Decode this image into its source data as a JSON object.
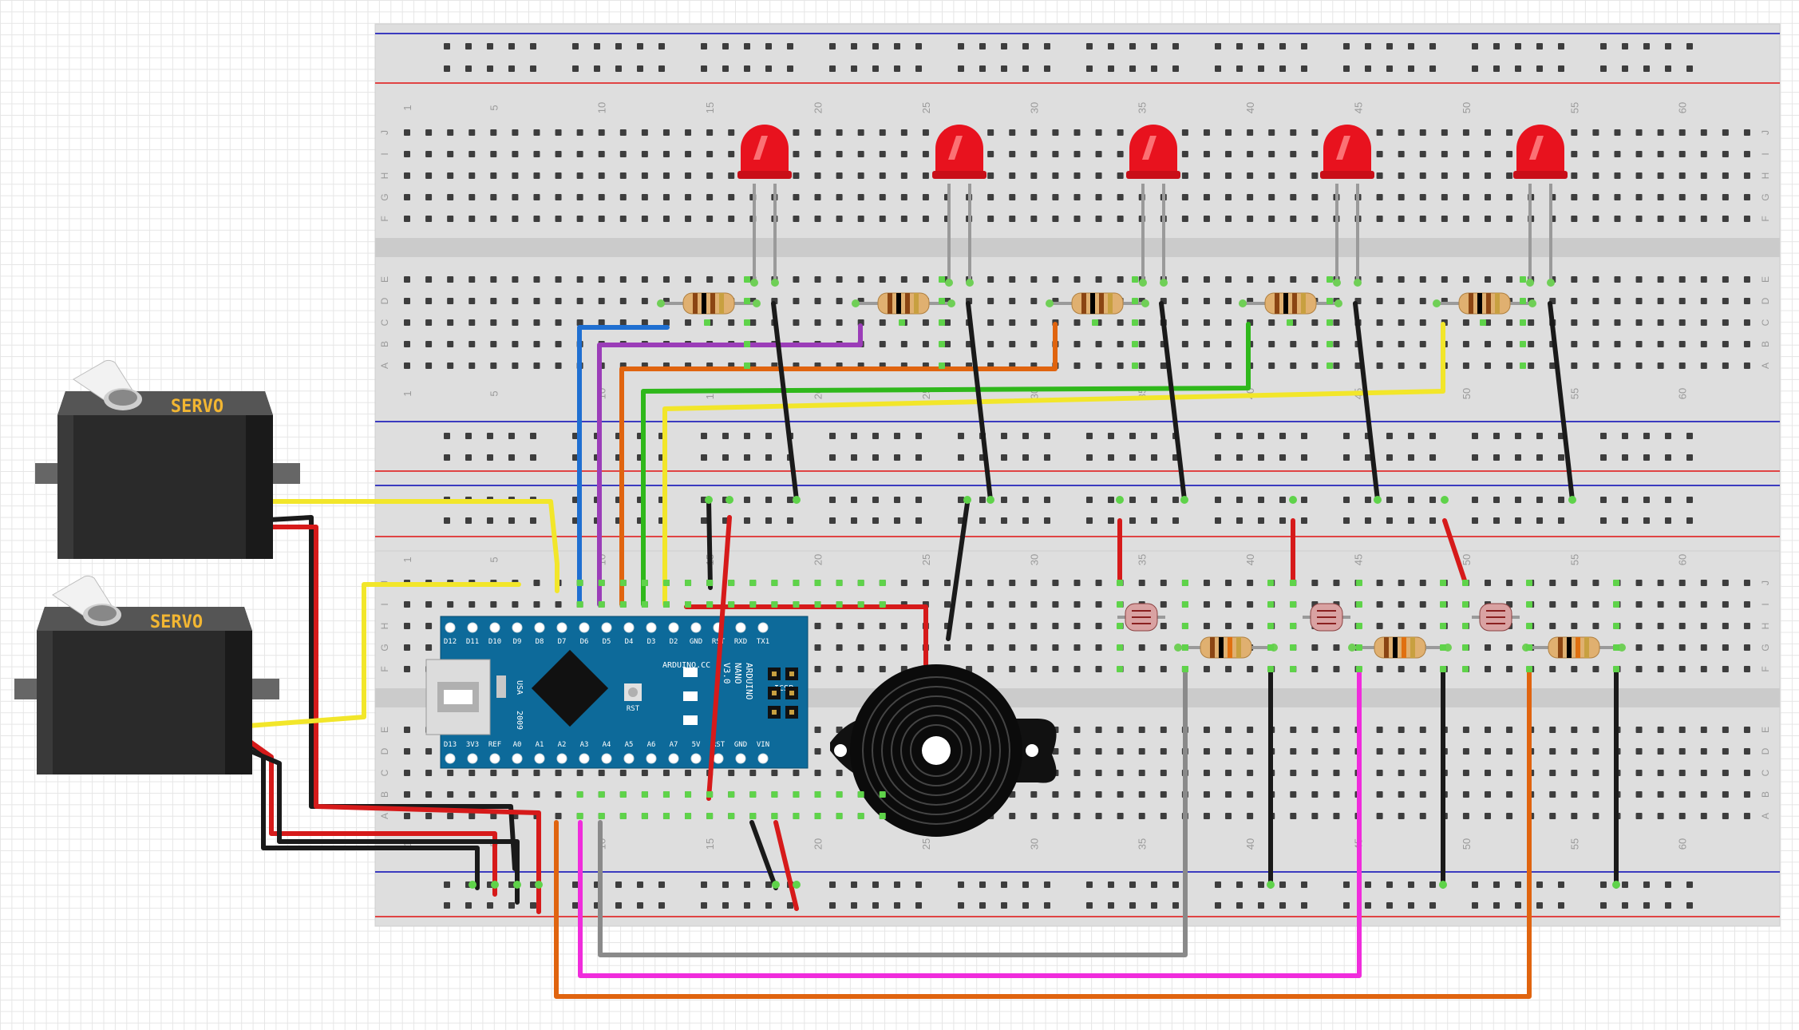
{
  "servo_label": "SERVO",
  "nano": {
    "top_pins": [
      "D12",
      "D11",
      "D10",
      "D9",
      "D8",
      "D7",
      "D6",
      "D5",
      "D4",
      "D3",
      "D2",
      "GND",
      "RST",
      "RXD",
      "TX1"
    ],
    "bottom_pins": [
      "D13",
      "3V3",
      "REF",
      "A0",
      "A1",
      "A2",
      "A3",
      "A4",
      "A5",
      "A6",
      "A7",
      "5V",
      "RST",
      "GND",
      "VIN"
    ],
    "brand": "ARDUINO.CC",
    "model_lines": [
      "ARDUINO",
      "NANO",
      "V3.0"
    ],
    "usa": "USA",
    "year": "2009",
    "icsp": "ICSP",
    "rst": "RST"
  },
  "breadboard": {
    "upper_rows_top": [
      "J",
      "I",
      "H",
      "G",
      "F"
    ],
    "upper_rows_bottom": [
      "E",
      "D",
      "C",
      "B",
      "A"
    ],
    "lower_rows_top": [
      "J",
      "I",
      "H",
      "G",
      "F"
    ],
    "lower_rows_bottom": [
      "E",
      "D",
      "C",
      "B",
      "A"
    ],
    "column_numbers": [
      "1",
      "5",
      "10",
      "15",
      "20",
      "25",
      "30",
      "35",
      "40",
      "45",
      "50",
      "55",
      "60"
    ]
  },
  "colors": {
    "wire_blue": "#1f6fd1",
    "wire_purple": "#9b3db8",
    "wire_orange": "#e0640f",
    "wire_green": "#2fb81b",
    "wire_yellow": "#f2e62a",
    "wire_red": "#d61a1a",
    "wire_black": "#1a1a1a",
    "wire_gray": "#8a8a8a",
    "wire_magenta": "#f02cdc",
    "led_red": "#e8121e",
    "nano_blue": "#0d6a9a",
    "rail_red": "#e04444",
    "rail_blue": "#3b3bbf"
  }
}
